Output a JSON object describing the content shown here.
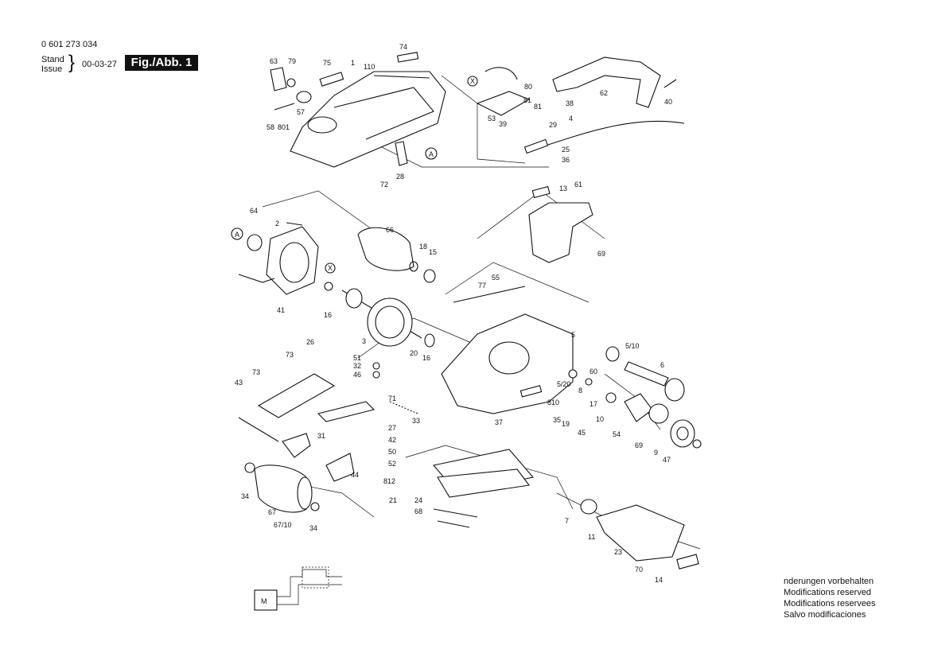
{
  "header": {
    "part_number": "0 601 273 034",
    "stand_label": "Stand",
    "issue_label": "Issue",
    "date": "00-03-27",
    "figure_label": "Fig./Abb. 1"
  },
  "callouts": [
    "1",
    "2",
    "3",
    "4",
    "5",
    "5/10",
    "5/20",
    "6",
    "7",
    "8",
    "9",
    "10",
    "11",
    "13",
    "14",
    "15",
    "16",
    "16",
    "17",
    "18",
    "19",
    "20",
    "21",
    "23",
    "24",
    "25",
    "26",
    "27",
    "28",
    "29",
    "31",
    "32",
    "33",
    "34",
    "34",
    "35",
    "36",
    "37",
    "38",
    "39",
    "40",
    "41",
    "42",
    "43",
    "44",
    "45",
    "46",
    "47",
    "50",
    "51",
    "52",
    "53",
    "54",
    "55",
    "57",
    "58",
    "60",
    "61",
    "62",
    "63",
    "64",
    "66",
    "67",
    "67/10",
    "68",
    "69",
    "69",
    "70",
    "71",
    "72",
    "73",
    "73",
    "74",
    "75",
    "77",
    "79",
    "80",
    "81",
    "81",
    "110",
    "801",
    "810",
    "812"
  ],
  "markers": [
    "A",
    "A",
    "X",
    "X"
  ],
  "schematic": {
    "motor_label": "M"
  },
  "footer": {
    "line1": "nderungen vorbehalten",
    "line2": "Modifications reserved",
    "line3": "Modifications reservees",
    "line4": "Salvo modificaciones"
  }
}
